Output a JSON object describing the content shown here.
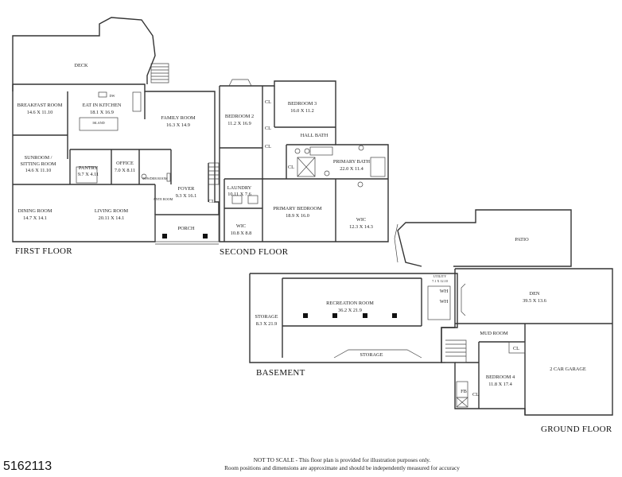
{
  "listing_id": "5162113",
  "disclaimer": {
    "line1": "NOT TO SCALE - This floor plan is provided for illustration purposes only.",
    "line2": "Room positions and dimensions are approximate and should be independently measured for accuracy"
  },
  "floors": {
    "first": "FIRST FLOOR",
    "second": "SECOND FLOOR",
    "basement": "BASEMENT",
    "ground": "GROUND FLOOR"
  },
  "rooms": {
    "deck": {
      "name": "DECK"
    },
    "breakfast": {
      "name": "BREAKFAST ROOM",
      "dim": "14.6 X 11.10"
    },
    "kitchen": {
      "name": "EAT IN KITCHEN",
      "dim": "18.1 X 16.9"
    },
    "family": {
      "name": "FAMILY ROOM",
      "dim": "16.3 X 14.9"
    },
    "sunroom1": {
      "name": "SUNROOM /"
    },
    "sunroom2": {
      "name": "SITTING ROOM",
      "dim": "14.6 X 11.10"
    },
    "office": {
      "name": "OFFICE",
      "dim": "7.0 X 8.11"
    },
    "pantry": {
      "name": "PANTRY",
      "dim": "9.7 X 4.11"
    },
    "powder": {
      "name": "POWDER ROOM"
    },
    "foyer": {
      "name": "FOYER",
      "dim": "9.3 X 16.1"
    },
    "ante": {
      "name": "ANTE ROOM"
    },
    "dining": {
      "name": "DINING ROOM",
      "dim": "14.7 X 14.1"
    },
    "living": {
      "name": "LIVING ROOM",
      "dim": "20.11 X 14.1"
    },
    "porch": {
      "name": "PORCH"
    },
    "bedroom2": {
      "name": "BEDROOM 2",
      "dim": "11.2 X 16.9"
    },
    "bedroom3": {
      "name": "BEDROOM 3",
      "dim": "16.0 X 11.2"
    },
    "hallbath": {
      "name": "HALL BATH"
    },
    "primarybath": {
      "name": "PRIMARY BATH",
      "dim": "22.0 X 11.4"
    },
    "laundry": {
      "name": "LAUNDRY",
      "dim": "10.11 X 7.6"
    },
    "primarybed": {
      "name": "PRIMARY BEDROOM",
      "dim": "18.9 X 16.0"
    },
    "wic1": {
      "name": "WIC",
      "dim": "10.8 X 8.8"
    },
    "wic2": {
      "name": "WIC",
      "dim": "12.3 X 14.3"
    },
    "patio": {
      "name": "PATIO"
    },
    "utility": {
      "name": "UTILITY",
      "dim": "7.1 X 12.10"
    },
    "den": {
      "name": "DEN",
      "dim": "39.5 X 13.6"
    },
    "recreation": {
      "name": "RECREATION ROOM",
      "dim": "36.2 X 21.9"
    },
    "storage1": {
      "name": "STORAGE",
      "dim": "8.3 X 21.9"
    },
    "storage2": {
      "name": "STORAGE"
    },
    "mudroom": {
      "name": "MUD ROOM"
    },
    "bedroom4": {
      "name": "BEDROOM 4",
      "dim": "11.8 X 17.4"
    },
    "garage": {
      "name": "2 CAR GARAGE"
    }
  },
  "fixtures": {
    "cl": "CL",
    "wh": "WH",
    "fb": "FB",
    "dw": "DW",
    "island": "ISLAND"
  }
}
